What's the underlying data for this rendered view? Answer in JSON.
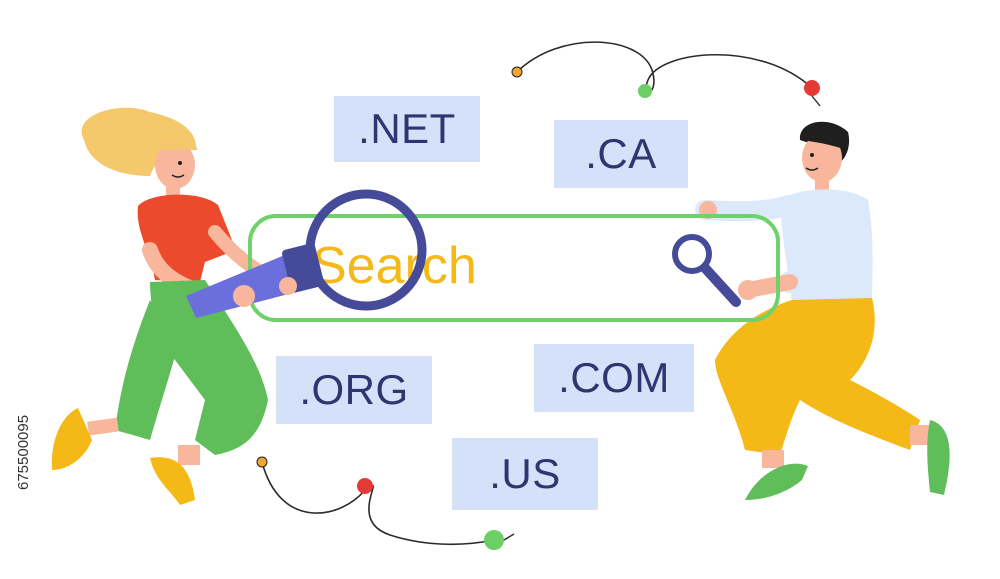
{
  "search": {
    "text": "Search"
  },
  "domains": {
    "net": ".NET",
    "ca": ".CA",
    "org": ".ORG",
    "com": ".COM",
    "us": ".US"
  },
  "stock_id": "675500095",
  "colors": {
    "search_border": "#6fd16a",
    "search_text": "#f4b817",
    "tag_background": "#d5e1f8",
    "tag_text": "#2f3570",
    "magnifier": "#454b99"
  }
}
